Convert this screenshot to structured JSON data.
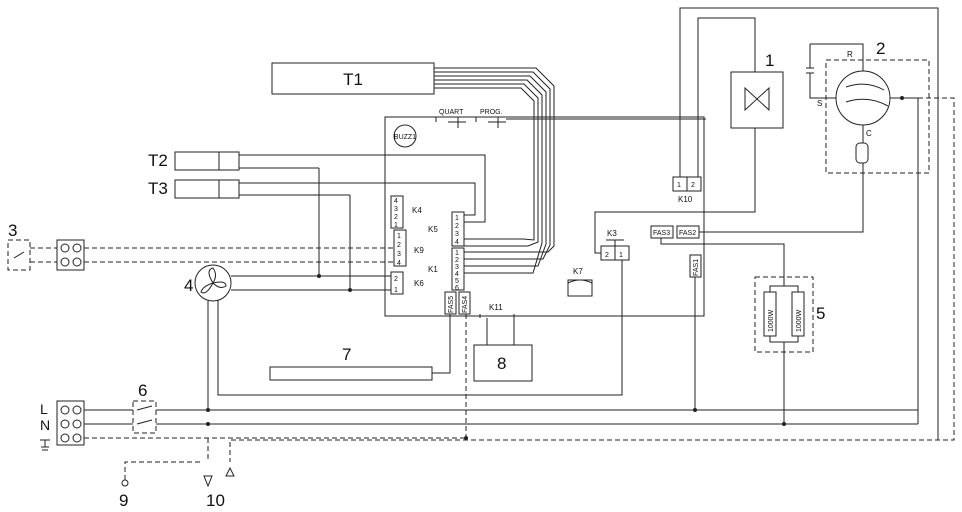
{
  "components": {
    "t1": "T1",
    "t2": "T2",
    "t3": "T3",
    "c1": "1",
    "c2": "2",
    "c3": "3",
    "c4": "4",
    "c5": "5",
    "c6": "6",
    "c7": "7",
    "c8": "8",
    "c9": "9",
    "c10": "10"
  },
  "board": {
    "buzzer": "BUZZ1",
    "quart": "QUART",
    "prog": "PROG.",
    "k1": "K1",
    "k3": "K3",
    "k4": "K4",
    "k5": "K5",
    "k6": "K6",
    "k7": "K7",
    "k9": "K9",
    "k10": "K10",
    "k11": "K11",
    "fas1": "FAS1",
    "fas2": "FAS2",
    "fas3": "FAS3",
    "fas4": "FAS4",
    "fas5": "FAS5"
  },
  "compressor": {
    "r": "R",
    "s": "S",
    "c": "C"
  },
  "heater": {
    "left": "1000W",
    "right": "1000W"
  },
  "mains": {
    "l": "L",
    "n": "N"
  },
  "pins": {
    "one": "1",
    "two": "2",
    "three": "3",
    "four": "4",
    "five": "5",
    "six": "6"
  }
}
